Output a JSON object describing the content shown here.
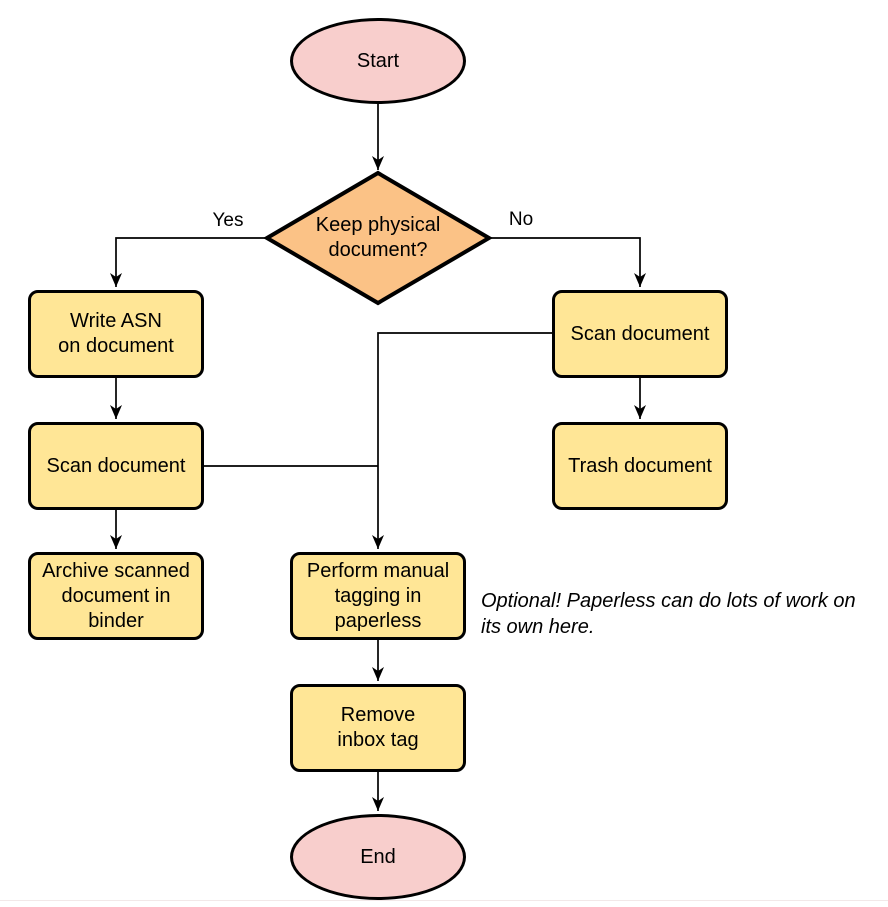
{
  "diagram": {
    "type": "flowchart",
    "nodes": {
      "start": {
        "label": "Start",
        "shape": "ellipse"
      },
      "decision": {
        "label": [
          "Keep physical",
          "document?"
        ],
        "shape": "diamond"
      },
      "write_asn": {
        "label": [
          "Write ASN",
          "on document"
        ],
        "shape": "process"
      },
      "scan_left": {
        "label": "Scan document",
        "shape": "process"
      },
      "archive": {
        "label": [
          "Archive scanned",
          "document in",
          "binder"
        ],
        "shape": "process"
      },
      "scan_right": {
        "label": "Scan document",
        "shape": "process"
      },
      "trash": {
        "label": "Trash document",
        "shape": "process"
      },
      "tagging": {
        "label": [
          "Perform manual",
          "tagging in",
          "paperless"
        ],
        "shape": "process"
      },
      "remove_inbox": {
        "label": [
          "Remove",
          "inbox tag"
        ],
        "shape": "process"
      },
      "end": {
        "label": "End",
        "shape": "ellipse"
      }
    },
    "edges": [
      {
        "from": "start",
        "to": "decision"
      },
      {
        "from": "decision",
        "to": "write_asn",
        "label": "Yes"
      },
      {
        "from": "decision",
        "to": "scan_right",
        "label": "No"
      },
      {
        "from": "write_asn",
        "to": "scan_left"
      },
      {
        "from": "scan_left",
        "to": "archive"
      },
      {
        "from": "scan_right",
        "to": "trash"
      },
      {
        "from": "scan_right",
        "to": "tagging"
      },
      {
        "from": "scan_left",
        "to": "tagging"
      },
      {
        "from": "tagging",
        "to": "remove_inbox"
      },
      {
        "from": "remove_inbox",
        "to": "end"
      }
    ],
    "edge_labels": {
      "yes": "Yes",
      "no": "No"
    },
    "annotation": [
      "Optional! Paperless can do lots of work on",
      "its own here."
    ],
    "colors": {
      "terminal_fill": "#f8cecc",
      "decision_fill": "#fbc286",
      "process_fill": "#ffe696",
      "stroke": "#000000"
    }
  }
}
